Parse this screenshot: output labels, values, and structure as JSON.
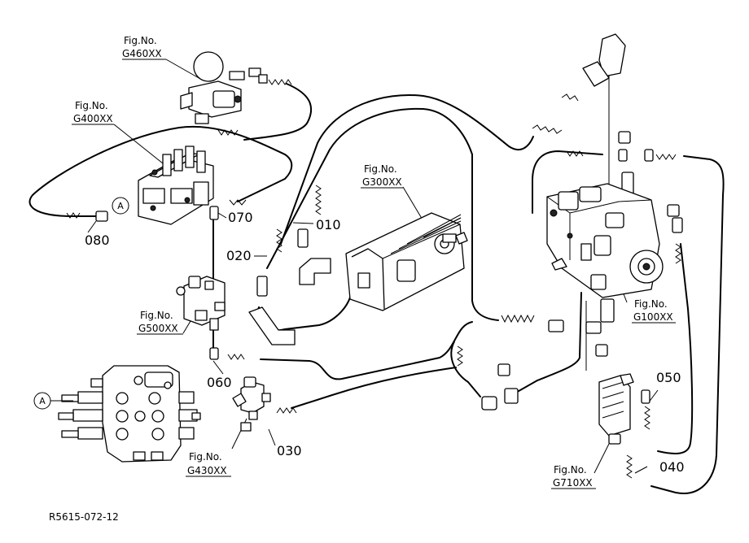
{
  "figure_refs": {
    "g460": {
      "line1": "Fig.No.",
      "line2": "G460XX"
    },
    "g400": {
      "line1": "Fig.No.",
      "line2": "G400XX"
    },
    "g300": {
      "line1": "Fig.No.",
      "line2": "G300XX"
    },
    "g500": {
      "line1": "Fig.No.",
      "line2": "G500XX"
    },
    "g100": {
      "line1": "Fig.No.",
      "line2": "G100XX"
    },
    "g430": {
      "line1": "Fig.No.",
      "line2": "G430XX"
    },
    "g710": {
      "line1": "Fig.No.",
      "line2": "G710XX"
    }
  },
  "part_numbers": {
    "p010": "010",
    "p020": "020",
    "p030": "030",
    "p040": "040",
    "p050": "050",
    "p060": "060",
    "p070": "070",
    "p080": "080"
  },
  "callouts": {
    "a_top": "A",
    "a_bottom": "A"
  },
  "drawing_id": "R5615-072-12"
}
